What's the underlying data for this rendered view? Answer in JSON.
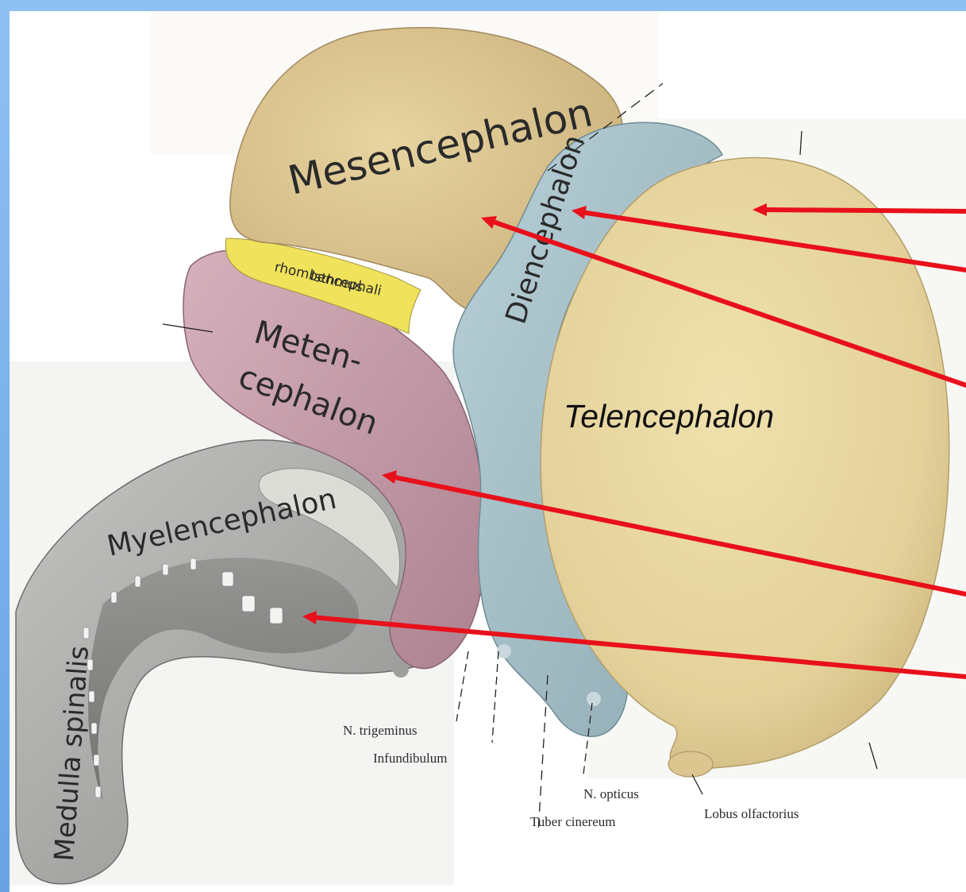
{
  "figure": {
    "title_overlay": "Telencephalon",
    "regions": {
      "mesencephalon": "Mesencephalon",
      "diencephalon": "Diencephalon",
      "isthmus_line1": "Isthmus",
      "isthmus_line2": "rhombencephali",
      "metencephalon_line1": "Meten-",
      "metencephalon_line2": "cephalon",
      "myelencephalon": "Myelencephalon",
      "medulla": "Medulla spinalis"
    },
    "annotations": {
      "trigeminus": "N. trigeminus",
      "infundibulum": "Infundibulum",
      "opticus": "N. opticus",
      "tuber": "Tuber cinereum",
      "lobus": "Lobus olfactorius"
    },
    "colors": {
      "pointer": "#e8101a",
      "tel": "#e7d7a0",
      "mes": "#dcc68f",
      "dien": "#a9c3cc",
      "met": "#c9a0ad",
      "isthmus": "#f0e25a",
      "myel": "#a9aaa8"
    }
  }
}
